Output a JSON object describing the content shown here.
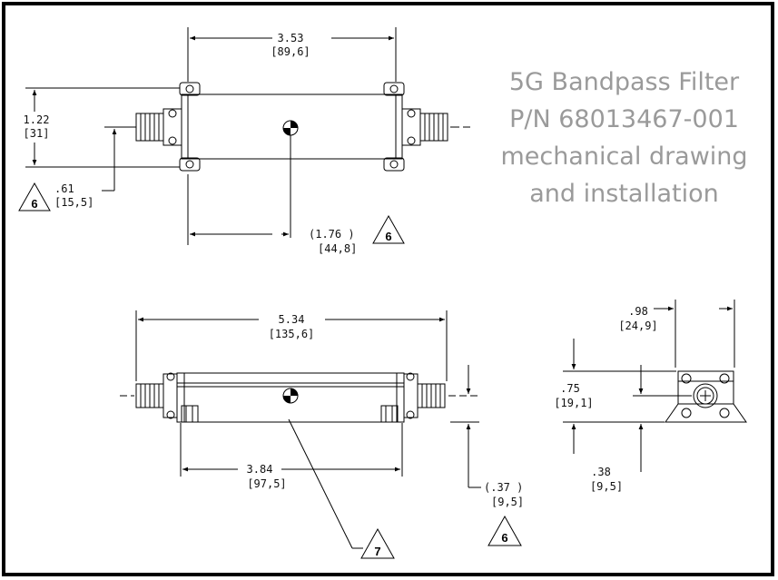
{
  "title_lines": [
    "5G Bandpass Filter",
    "P/N 68013467-001",
    "mechanical drawing",
    "and installation"
  ],
  "top_view": {
    "length": {
      "in": "3.53",
      "mm": "[89,6]"
    },
    "height": {
      "in": "1.22",
      "mm": "[31]"
    },
    "half_height": {
      "in": ".61",
      "mm": "[15,5]"
    },
    "center_offset": {
      "in": "(1.76  )",
      "mm": "[44,8]"
    },
    "note_left": "6",
    "note_right": "6"
  },
  "side_view": {
    "overall": {
      "in": "5.34",
      "mm": "[135,6]"
    },
    "mount": {
      "in": "3.84",
      "mm": "[97,5]"
    },
    "offset": {
      "in": "(.37  )",
      "mm": "[9,5]"
    },
    "note_cg": "7",
    "note_offset": "6"
  },
  "end_view": {
    "width": {
      "in": ".98",
      "mm": "[24,9]"
    },
    "height": {
      "in": ".75",
      "mm": "[19,1]"
    },
    "center": {
      "in": ".38",
      "mm": "[9,5]"
    }
  }
}
